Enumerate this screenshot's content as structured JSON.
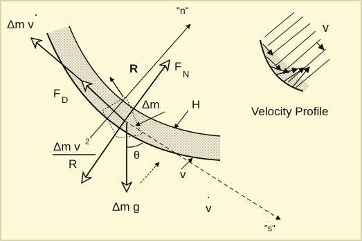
{
  "labels": {
    "momentum": "Δm v",
    "momentum_dot": "·",
    "n_axis": "\"n\"",
    "radius": "R",
    "normal_force": "F",
    "normal_force_sub": "N",
    "drag_force": "F",
    "drag_force_sub": "D",
    "mass_element": "Δm",
    "depth": "H",
    "centripetal_num": "Δm v",
    "centripetal_exp": "2",
    "centripetal_den": "R",
    "angle": "θ",
    "velocity": "v",
    "accel": "v",
    "accel_dot": "·",
    "weight": "Δm g",
    "s_axis": "\"s\"",
    "profile_velocity": "v",
    "profile_title": "Velocity Profile"
  },
  "colors": {
    "background": "#fcf8d8",
    "border": "#d8d2a8",
    "ink": "#111111",
    "stipple": "#9a9a9a"
  }
}
